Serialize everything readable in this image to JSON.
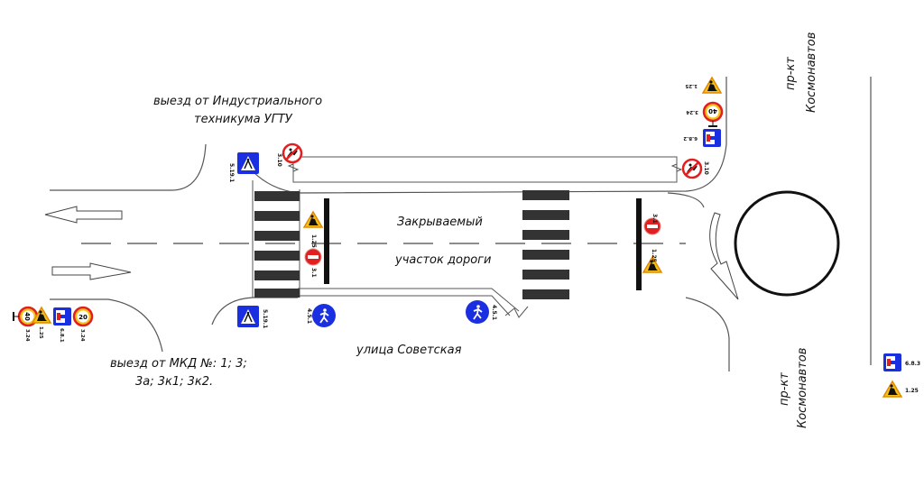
{
  "labels": {
    "exit_top_line1": "выезд от Индустриального",
    "exit_top_line2": "техникума УГТУ",
    "closed_line1": "Закрываемый",
    "closed_line2": "участок дороги",
    "street_sovetskaya": "улица Советская",
    "exit_bottom_line1": "выезд от МКД №: 1; 3;",
    "exit_bottom_line2": "3а; 3к1; 3к2.",
    "prospect_top_line1": "пр-кт",
    "prospect_top_line2": "Космонавтов",
    "prospect_bottom_line1": "пр-кт",
    "prospect_bottom_line2": "Космонавтов"
  },
  "signs": {
    "crosswalk_top_left": {
      "code": "5.19.1",
      "icon": "pedestrian-crossing-sign"
    },
    "no_pedestrians_left": {
      "code": "3.10",
      "icon": "no-pedestrians-sign"
    },
    "no_pedestrians_right": {
      "code": "3.10",
      "icon": "no-pedestrians-sign"
    },
    "roadworks_left_barrier": {
      "code": "1.25",
      "icon": "roadworks-sign"
    },
    "no_entry_left_barrier": {
      "code": "3.1",
      "icon": "no-entry-sign"
    },
    "no_entry_right_barrier": {
      "code": "3.1",
      "icon": "no-entry-sign"
    },
    "roadworks_right_barrier": {
      "code": "1.25",
      "icon": "roadworks-sign"
    },
    "roadworks_top_right": {
      "code": "1.25",
      "icon": "roadworks-sign"
    },
    "speed_40_top_right": {
      "code": "3.24",
      "value": "40",
      "icon": "speed-limit-sign"
    },
    "dead_end_top_right": {
      "code": "6.8.2",
      "icon": "dead-end-sign"
    },
    "speed_40_bottom_left": {
      "code": "3.24",
      "value": "40",
      "icon": "speed-limit-sign"
    },
    "roadworks_bottom_left": {
      "code": "1.25",
      "icon": "roadworks-sign"
    },
    "dead_end_bottom_left": {
      "code": "6.8.1",
      "icon": "dead-end-sign"
    },
    "speed_20_bottom_left": {
      "code": "3.24",
      "value": "20",
      "icon": "speed-limit-sign"
    },
    "crosswalk_bottom_left": {
      "code": "5.19.1",
      "icon": "pedestrian-crossing-sign"
    },
    "footpath_bottom_1": {
      "code": "4.5.1",
      "icon": "footpath-sign"
    },
    "footpath_bottom_2": {
      "code": "4.5.1",
      "icon": "footpath-sign"
    },
    "legend_dead_end": {
      "code": "6.8.3",
      "icon": "dead-end-sign"
    },
    "legend_roadworks": {
      "code": "1.25",
      "icon": "roadworks-sign"
    }
  },
  "colors": {
    "sign_blue": "#1a2fe0",
    "sign_red": "#e02020",
    "sign_yellow": "#f6c21a",
    "barrier_black": "#111111",
    "zebra": "#333333",
    "line_gray": "#666666"
  }
}
